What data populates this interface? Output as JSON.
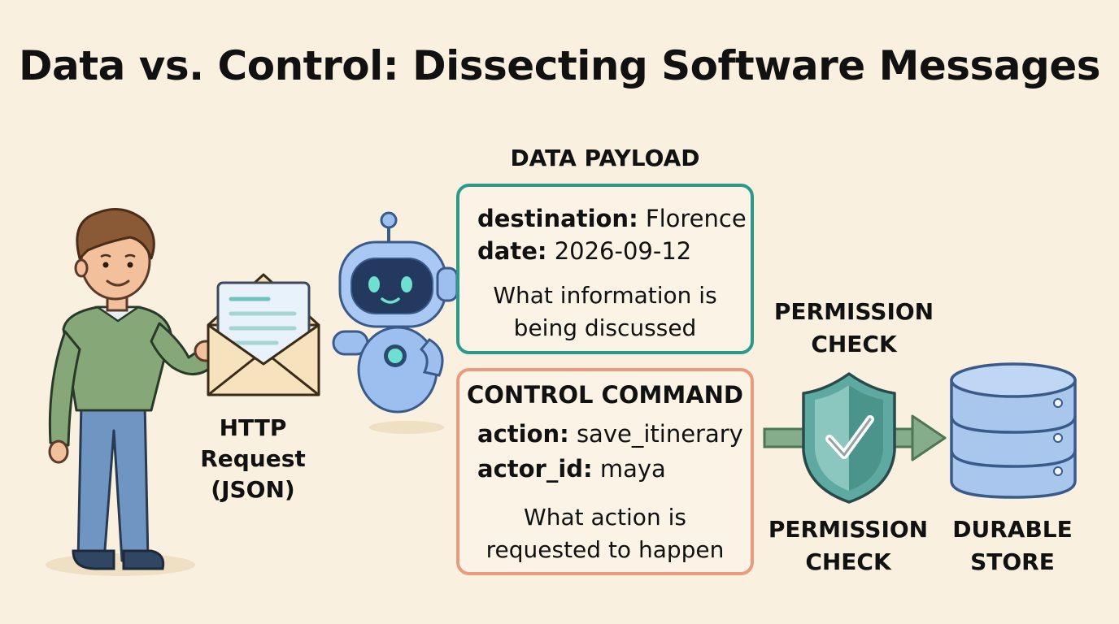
{
  "title": "Data vs. Control: Dissecting Software Messages",
  "envelope_label": {
    "line1": "HTTP",
    "line2": "Request",
    "line3": "(JSON)"
  },
  "data_payload": {
    "heading": "DATA PAYLOAD",
    "fields": [
      {
        "key": "destination:",
        "value": "Florence"
      },
      {
        "key": "date:",
        "value": "2026-09-12"
      }
    ],
    "note_line1": "What information is",
    "note_line2": "being discussed"
  },
  "control_command": {
    "heading": "CONTROL COMMAND",
    "fields": [
      {
        "key": "action:",
        "value": "save_itinerary"
      },
      {
        "key": "actor_id:",
        "value": "maya"
      }
    ],
    "note_line1": "What action is",
    "note_line2": "requested to happen"
  },
  "permission_check_top": {
    "line1": "PERMISSION",
    "line2": "CHECK"
  },
  "permission_check_bottom": {
    "line1": "PERMISSION",
    "line2": "CHECK"
  },
  "durable_store": {
    "line1": "DURABLE",
    "line2": "STORE"
  },
  "colors": {
    "background": "#f9f0e0",
    "data_border": "#2a9a8a",
    "control_border": "#ec9a7c",
    "arrow": "#7fa585",
    "shield": "#5fa9a0",
    "database": "#a9c6ec",
    "robot": "#9dbff0"
  }
}
